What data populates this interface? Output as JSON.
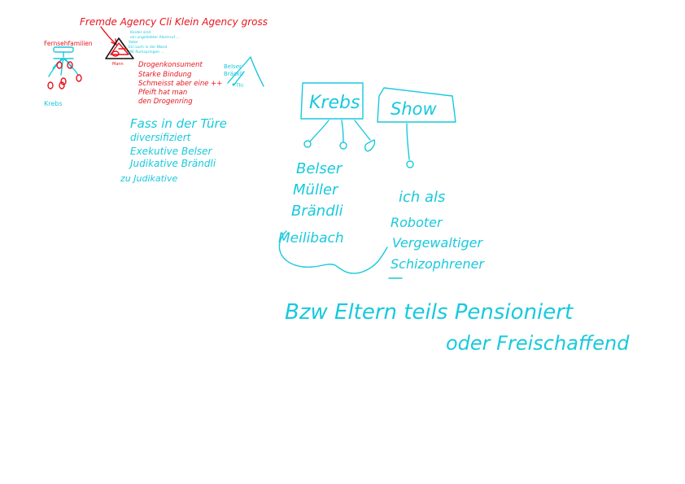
{
  "colors": {
    "ink_red": "#e8141e",
    "ink_cyan": "#18c9dd",
    "ink_black": "#111111",
    "background": "#ffffff"
  },
  "top_note": "Fremde Agency   Cli Klein   Agency gross",
  "left_cluster": {
    "heading": "Fernsehfamilien",
    "bottom_label": "Krebs"
  },
  "triangle_notes": [
    "Kinder sind",
    "ein ungeliebter Alarmruf ...",
    "Vater",
    "Ein Loch in der Wand",
    "Mit Rumspringen ..."
  ],
  "triangle_caption": "Mann",
  "red_block": [
    "Drogenkonsument",
    "Starke Bindung",
    "Schmeisst aber eine ++",
    "Pfeift hat man",
    "den Drogenring"
  ],
  "mountain_label": [
    "Belser",
    "Bräckli"
  ],
  "mountain_dot_label": "Thi",
  "cyan_notes": [
    "Fass in der Türe",
    "diversifiziert",
    "Exekutive Belser",
    "Judikative Brändli",
    "zu Judikative"
  ],
  "box_left_label": "Krebs",
  "box_right_label": "Show",
  "left_names": [
    "Belser",
    "Müller",
    "Brändli",
    "Meilibach"
  ],
  "right_items": [
    "ich als",
    "Roboter",
    "Vergewaltiger",
    "Schizophrener"
  ],
  "bottom_line1": "Bzw Eltern   teils Pensioniert",
  "bottom_line2": "oder Freischaffend"
}
